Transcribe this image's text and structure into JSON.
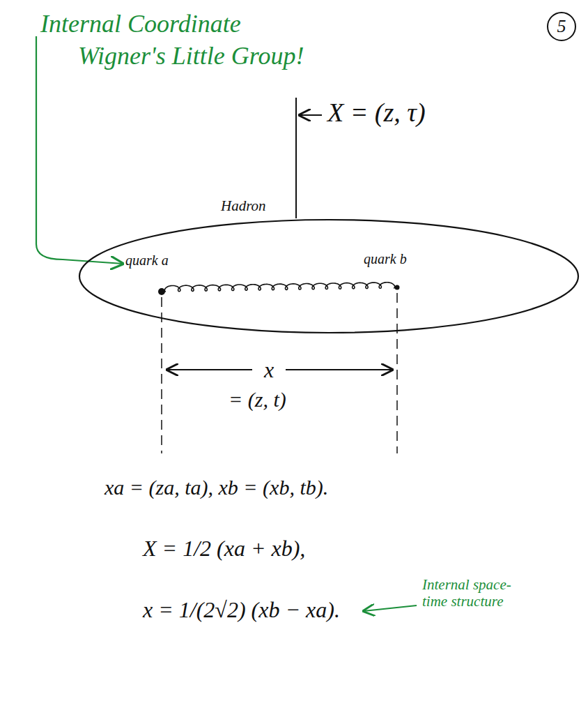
{
  "diagram": {
    "nodes": [
      {
        "text": [
          "Hadron"
        ]
      }
    ],
    "labels": [
      "Internal Coordinate",
      "Wigner's Little Group!",
      "5",
      "X = (z, τ)",
      "quark a",
      "quark b",
      "x",
      "= (z, t)",
      "xa = (za, ta), xb = (xb, tb).",
      "X = 1/2 (xa + xb),",
      "x = 1/(2√2) (xb − xa).",
      "Internal space-time structure"
    ]
  }
}
